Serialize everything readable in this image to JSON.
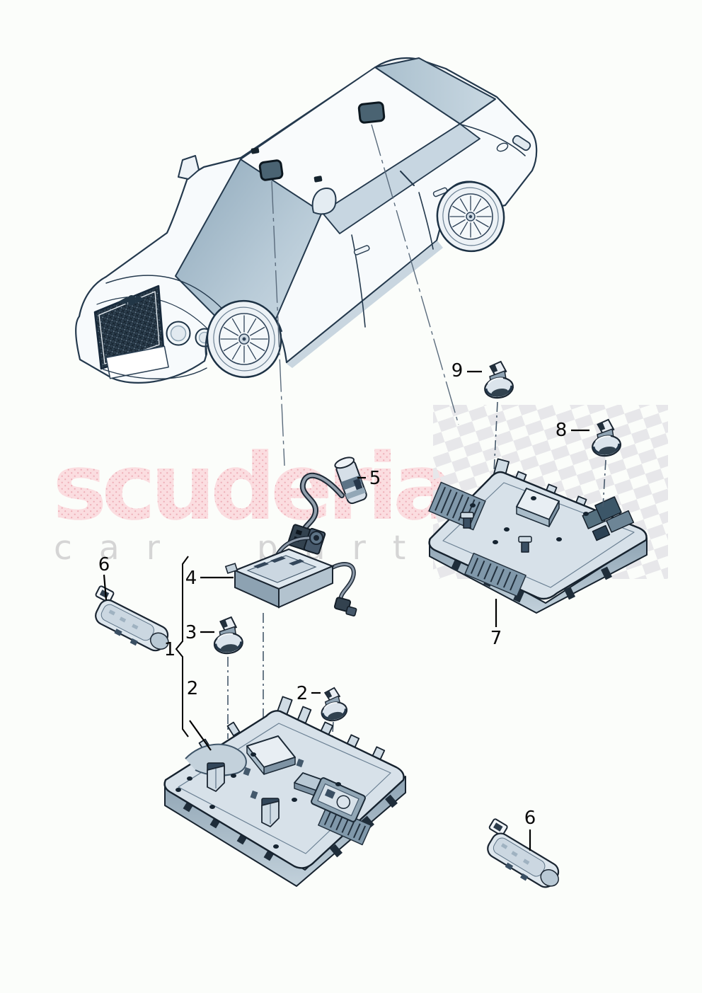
{
  "watermark": {
    "brand": "scuderia",
    "tagline": "car parts",
    "brand_color": "#fbdde0",
    "brand_dot_color": "#edacb5",
    "tagline_color": "#d5d5d5"
  },
  "callouts": {
    "c1": "1",
    "c2a": "2",
    "c2b": "2",
    "c3": "3",
    "c4": "4",
    "c5": "5",
    "c6a": "6",
    "c6b": "6",
    "c7": "7",
    "c8": "8",
    "c9": "9"
  },
  "colors": {
    "background": "#fbfdfa",
    "outline": "#1a2531",
    "part_fill": "#d7e1e9",
    "glass": "#9fb6c6",
    "checker_gray": "#e7e7ea",
    "roof_marker": "#4a6372"
  }
}
